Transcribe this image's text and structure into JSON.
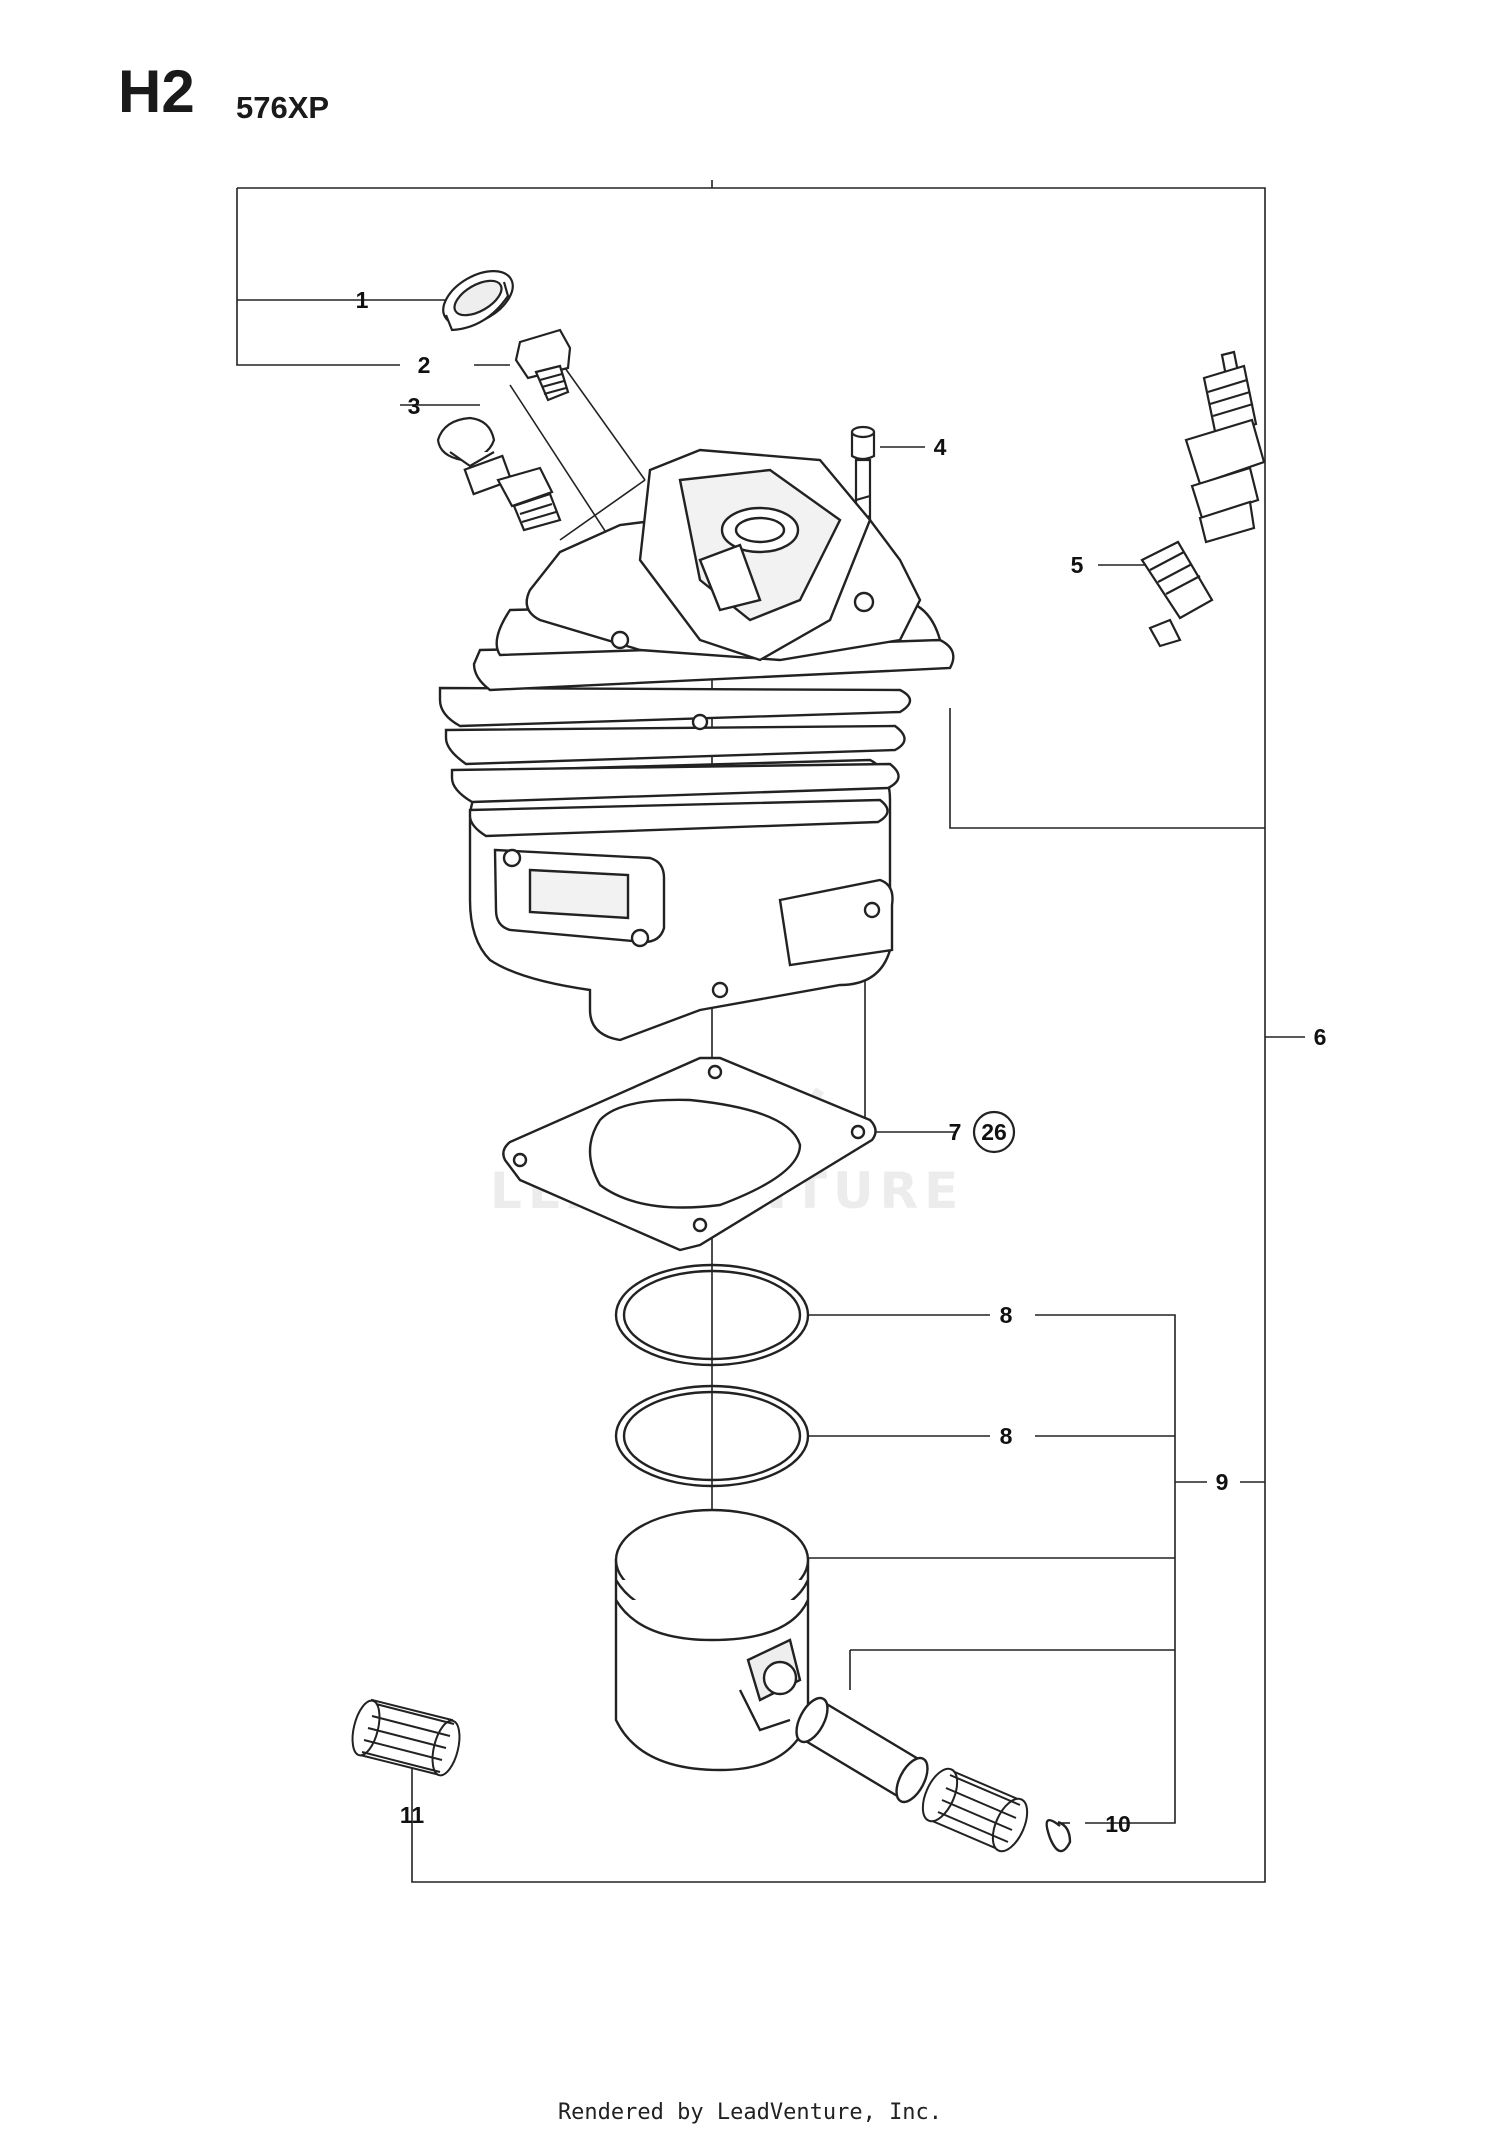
{
  "header": {
    "section_code": "H2",
    "model": "576XP"
  },
  "watermark": "LEADVENTURE",
  "callouts": {
    "c1": "1",
    "c2": "2",
    "c3": "3",
    "c4": "4",
    "c5": "5",
    "c6": "6",
    "c7": "7",
    "c7_ref": "26",
    "c8a": "8",
    "c8b": "8",
    "c9": "9",
    "c10": "10",
    "c11": "11"
  },
  "footer": "Rendered by LeadVenture, Inc."
}
